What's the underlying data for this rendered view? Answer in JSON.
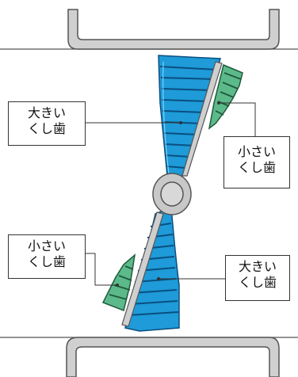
{
  "labels": {
    "upper_left": {
      "line1": "大きい",
      "line2": "くし歯"
    },
    "upper_right": {
      "line1": "小さい",
      "line2": "くし歯"
    },
    "lower_left": {
      "line1": "小さい",
      "line2": "くし歯"
    },
    "lower_right": {
      "line1": "大きい",
      "line2": "くし歯"
    }
  },
  "colors": {
    "large_comb": "#1e9bd8",
    "large_comb_stripe": "#0a4f80",
    "small_comb": "#5cb98a",
    "small_comb_stripe": "#1f5a3c",
    "frame": "#cfcfcf",
    "frame_stroke": "#555555",
    "spine": "#c8c8c8"
  }
}
